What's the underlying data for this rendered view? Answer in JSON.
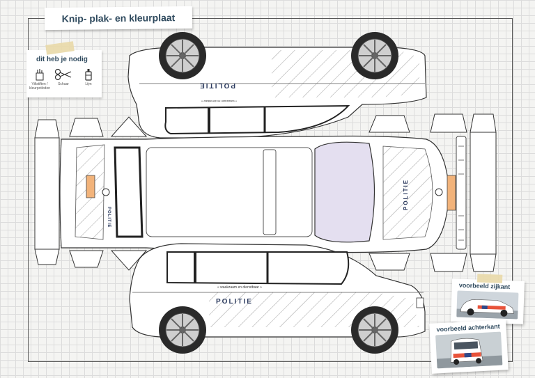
{
  "title": "Knip- plak- en kleurplaat",
  "needs": {
    "heading": "dit heb je nodig",
    "tools": [
      {
        "icon": "pencils-icon",
        "label": "Viltstiften / kleurpotloden"
      },
      {
        "icon": "scissors-icon",
        "label": "Schaar"
      },
      {
        "icon": "glue-icon",
        "label": "Lijm"
      }
    ]
  },
  "car": {
    "brand_text": "POLITIE",
    "slogan": "« waakzaam en dienstbaar »",
    "colors": {
      "windshield": "#e4dff0",
      "plate": "#f2b37a",
      "line": "#333333",
      "body": "#ffffff"
    }
  },
  "examples": [
    {
      "title": "voorbeeld zijkant"
    },
    {
      "title": "voorbeeld achterkant"
    }
  ]
}
